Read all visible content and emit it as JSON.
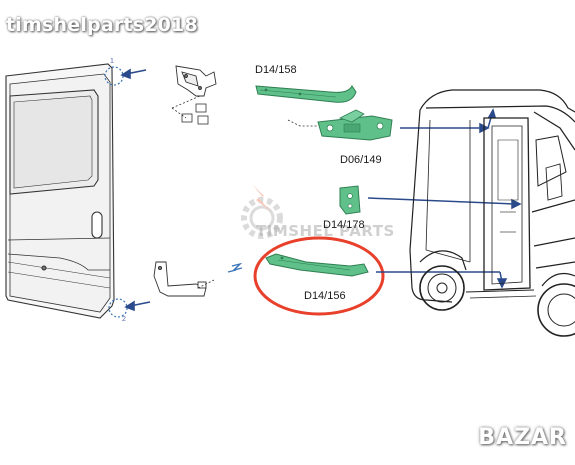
{
  "watermark": {
    "shop_name": "timshelparts2018",
    "logo_text": "TIMSHEL PARTS",
    "marketplace": "BAZAR"
  },
  "parts": [
    {
      "code": "D14/158"
    },
    {
      "code": "D06/149"
    },
    {
      "code": "D14/178"
    },
    {
      "code": "D14/156"
    }
  ],
  "callouts": [
    "1",
    "2"
  ],
  "colors": {
    "part_green": "#5fc08a",
    "arrow_blue": "#2b4a8b",
    "highlight_red": "#e8402a",
    "line_gray": "#333333"
  }
}
